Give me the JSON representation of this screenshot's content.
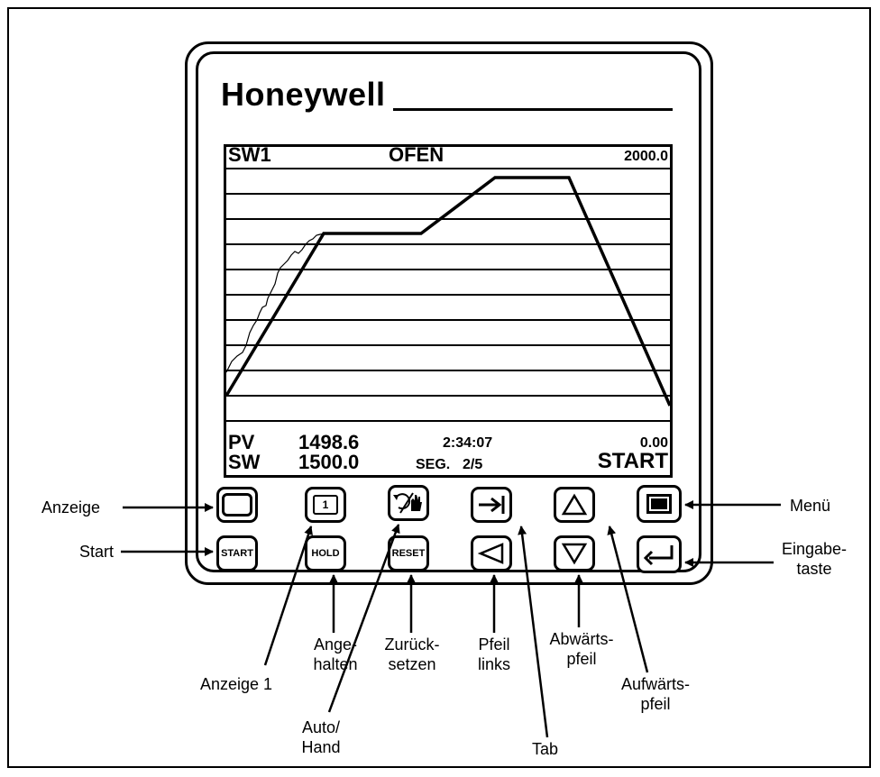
{
  "brand": "Honeywell",
  "screen": {
    "top_left": "SW1",
    "top_center": "OFEN",
    "top_right": "2000.0",
    "pv_label": "PV",
    "pv_value": "1498.6",
    "sw_label": "SW",
    "sw_value": "1500.0",
    "time": "2:34:07",
    "seg_label": "SEG.",
    "seg_value": "2/5",
    "rate": "0.00",
    "state": "START"
  },
  "keys": {
    "anzeige1": "1",
    "start": "START",
    "hold": "HOLD",
    "reset": "RESET"
  },
  "labels": {
    "anzeige": "Anzeige",
    "start": "Start",
    "menu": "Menü",
    "eingabe_1": "Eingabe-",
    "eingabe_2": "taste",
    "anzeige1": "Anzeige 1",
    "angehalten_1": "Ange-",
    "angehalten_2": "halten",
    "zurueck_1": "Zurück-",
    "zurueck_2": "setzen",
    "pfeil_links_1": "Pfeil",
    "pfeil_links_2": "links",
    "abwaerts_1": "Abwärts-",
    "abwaerts_2": "pfeil",
    "aufwaerts_1": "Aufwärts-",
    "aufwaerts_2": "pfeil",
    "auto_1": "Auto/",
    "auto_2": "Hand",
    "tab": "Tab"
  },
  "icons": [
    "display-key-icon",
    "auto-manual-icon",
    "tab-arrow-icon",
    "up-triangle-icon",
    "down-triangle-icon",
    "left-triangle-icon",
    "menu-icon",
    "enter-icon"
  ]
}
